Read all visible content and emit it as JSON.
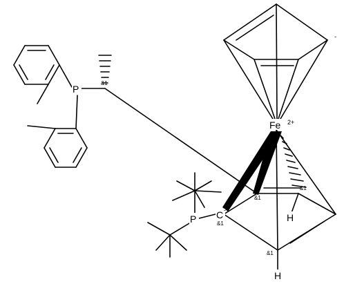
{
  "atoms": {
    "iron": {
      "symbol": "Fe",
      "charge": "2+"
    },
    "phosphorus_left": {
      "symbol": "P"
    },
    "phosphorus_bottom": {
      "symbol": "P"
    },
    "carbanion_top": {
      "symbol": "",
      "charge": "-"
    },
    "carbanion_bottom": {
      "symbol": "C",
      "charge": "-"
    },
    "hydrogen_right": {
      "symbol": "H"
    },
    "hydrogen_bottom": {
      "symbol": "H"
    }
  },
  "stereo_labels": {
    "side_chain_center": "&1",
    "ring_carbon_upper": "&1",
    "ring_carbon_right": "&1",
    "ring_carbon_c": "&1",
    "ring_carbon_bottom": "&1"
  },
  "colors": {
    "bond": "#000000",
    "background": "#ffffff"
  }
}
